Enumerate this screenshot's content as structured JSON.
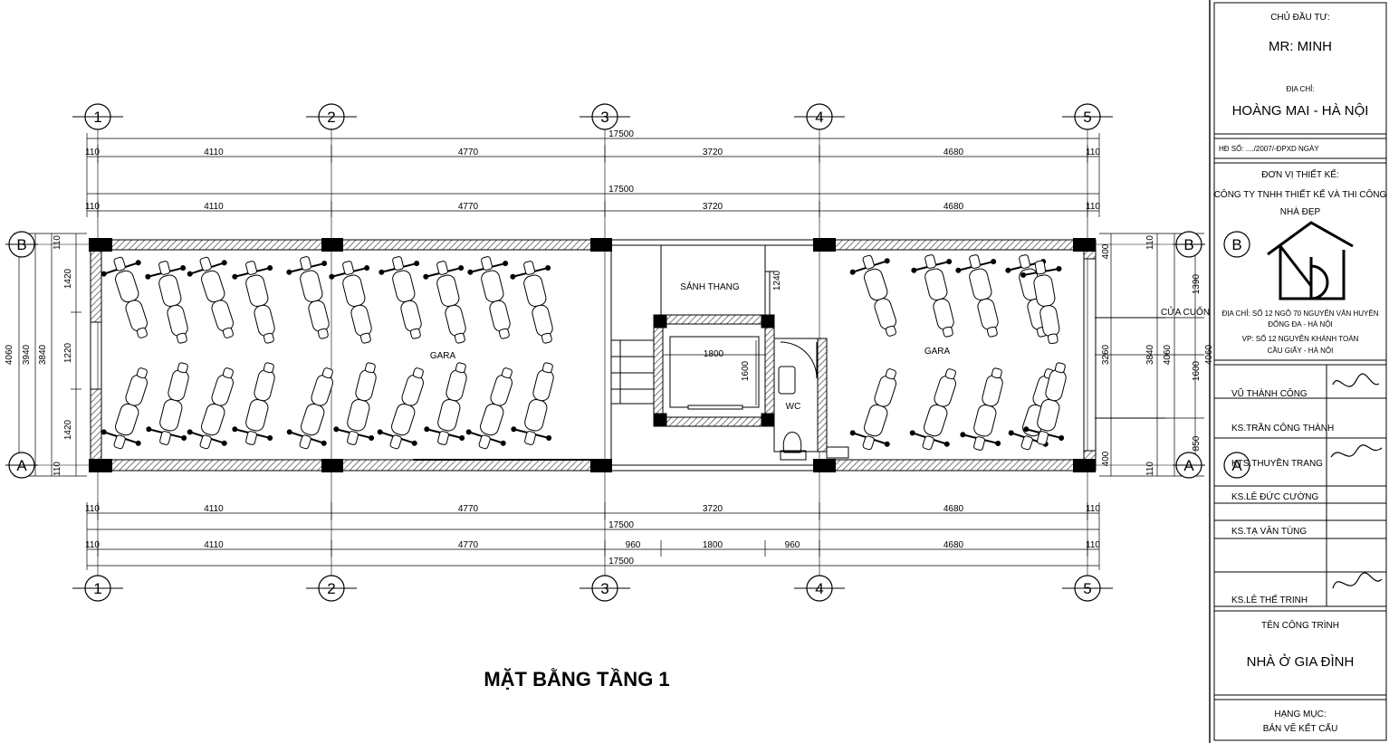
{
  "drawing": {
    "title": "MẶT BẰNG TẦNG 1",
    "grid_columns": [
      "1",
      "2",
      "3",
      "4",
      "5"
    ],
    "grid_rows": [
      "B",
      "A"
    ],
    "dims": {
      "total": "17500",
      "edge": "110",
      "top_spans": [
        "4110",
        "4770",
        "3720",
        "4680"
      ],
      "bottom_spans": [
        "4110",
        "4770",
        "960",
        "1800",
        "960",
        "4680"
      ],
      "left_outer": "4060",
      "left_inner": "3940",
      "left_mid": "3840",
      "left_parts": [
        "1420",
        "1220",
        "1420"
      ],
      "right_outer": "4060",
      "right_inner": "3840",
      "right_a": "3260",
      "right_b": "1600",
      "right_400a": "400",
      "right_400b": "400",
      "right_1390": "1390",
      "right_850": "850",
      "core_1240": "1240",
      "core_1800": "1800",
      "core_1600": "1600"
    },
    "rooms": {
      "gara_left": "GARA",
      "gara_right": "GARA",
      "lobby": "SẢNH THANG",
      "wc": "WC",
      "door": "CỬA CUỐN"
    }
  },
  "titleblock": {
    "owner_label": "CHỦ ĐẦU TƯ:",
    "owner": "MR: MINH",
    "address_label": "ĐỊA CHỈ:",
    "address": "HOÀNG MAI - HÀ NỘI",
    "project_no": "HĐ SỐ: ..../2007/-ĐPXD NGÀY",
    "designer_label": "ĐƠN VỊ THIẾT KẾ:",
    "designer_1": "CÔNG TY TNHH THIẾT KẾ VÀ THI CÔNG",
    "designer_2": "NHÀ ĐẸP",
    "note_1": "ĐỊA CHỈ: SỐ 12 NGÕ 70 NGUYỄN VĂN HUYÊN",
    "note_2": "ĐỐNG ĐA - HÀ NỘI",
    "note_3": "VP: SỐ 12 NGUYỄN KHÁNH TOÀN",
    "note_4": "CẦU GIẤY - HÀ NỘI",
    "person_1": "VŨ THÀNH CÔNG",
    "person_2": "KS.TRẦN CÔNG THÀNH",
    "person_3": "KTS.THUYỀN TRANG",
    "person_4": "KS.LÊ ĐỨC CƯỜNG",
    "person_5": "KS.TẠ VĂN TÙNG",
    "person_6": "KS.LÊ THẾ TRINH",
    "work_label": "TÊN CÔNG TRÌNH",
    "work": "NHÀ Ở GIA ĐÌNH",
    "item_label": "HẠNG MỤC:",
    "item": "BẢN VẼ KẾT CẤU"
  },
  "colors": {
    "line": "#000000",
    "hatch": "#7a7a7a",
    "background": "#ffffff"
  }
}
